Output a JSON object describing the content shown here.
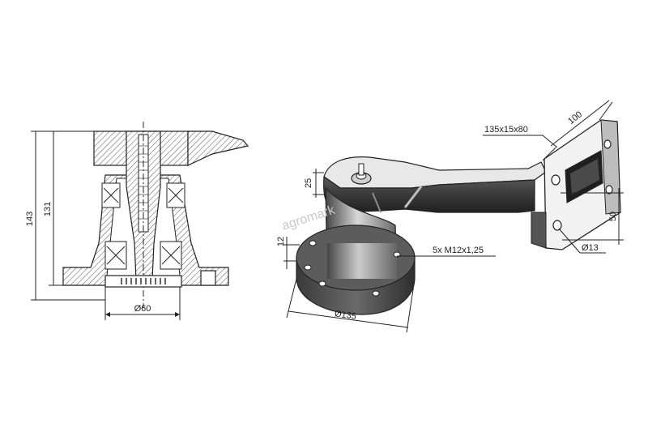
{
  "watermark": "agromark",
  "section_view": {
    "dimensions": {
      "overall_height": "143",
      "inner_height": "131",
      "bore_diameter": "Ø60"
    }
  },
  "iso_view": {
    "dimensions": {
      "tube": "135x15x80",
      "plate_width": "100",
      "hub_offset": "25",
      "flange_thickness": "12",
      "bolts": "5x M12x1,25",
      "hole_spacing": "50",
      "hole_diameter": "Ø13",
      "flange_diameter": "Ø135"
    }
  },
  "colors": {
    "line": "#222222",
    "hatch": "#555555",
    "arm_light": "#e6e6e6",
    "arm_dark": "#3a3a3a",
    "watermark": "#c9c9c9"
  }
}
